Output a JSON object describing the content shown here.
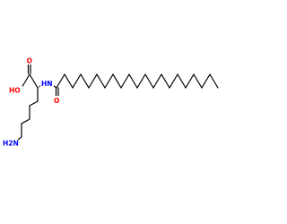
{
  "molecule": {
    "atoms": {
      "hydroxyl": "HO",
      "carboxyl_oxygen": "O",
      "amide_nitrogen": "HN",
      "amide_oxygen": "O",
      "amine": "H2N"
    },
    "colors": {
      "bond": "#000000",
      "oxygen": "#ff0000",
      "nitrogen": "#0000ff"
    }
  }
}
